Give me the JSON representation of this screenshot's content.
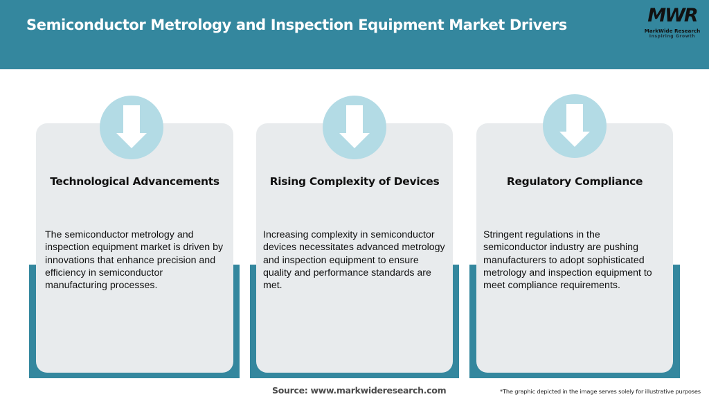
{
  "header": {
    "title": "Semiconductor Metrology and Inspection Equipment Market Drivers",
    "background_color": "#34879e"
  },
  "logo": {
    "mark": "MWR",
    "name": "MarkWide Research",
    "tagline": "Inspiring Growth"
  },
  "cards": [
    {
      "icon": "arrow-down-icon",
      "title": "Technological Advancements",
      "body": "The semiconductor metrology and inspection equipment market is driven by innovations that enhance precision and efficiency in semiconductor manufacturing processes."
    },
    {
      "icon": "arrow-down-icon",
      "title": "Rising Complexity of Devices",
      "body": "Increasing complexity in semiconductor devices necessitates advanced metrology and inspection equipment to ensure quality and performance standards are met."
    },
    {
      "icon": "arrow-down-icon",
      "title": "Regulatory Compliance",
      "body": "Stringent regulations in the semiconductor industry are pushing manufacturers to adopt sophisticated metrology and inspection equipment to meet compliance requirements."
    }
  ],
  "colors": {
    "accent_teal": "#34879e",
    "card_bg": "#e8ebed",
    "circle": "#b3dbe5"
  },
  "footer": {
    "source": "Source: www.markwideresearch.com",
    "disclaimer": "*The graphic depicted in the image serves solely for illustrative purposes"
  }
}
